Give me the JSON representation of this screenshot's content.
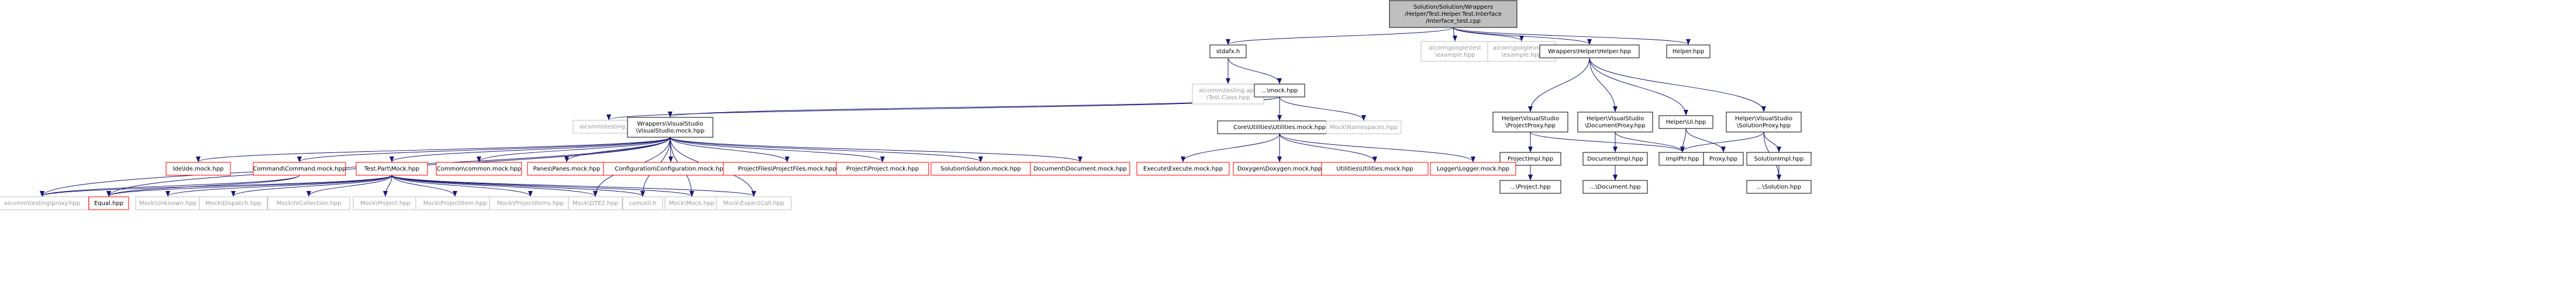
{
  "graph": {
    "colors": {
      "edge": "#191970",
      "node_border": "#000000",
      "node_border_missing": "#bfbfbf",
      "node_border_external": "#ff0000",
      "root_fill": "#bfbfbf",
      "node_fill": "#ffffff",
      "text": "#000000",
      "text_missing": "#999999"
    },
    "nodes": [
      {
        "id": "root",
        "lines": [
          "Solution/Solution/Wrappers",
          "/Helper/Test.Helper.Test.Interface",
          "/Interface_test.cpp"
        ],
        "style": "root"
      },
      {
        "id": "stdafx",
        "lines": [
          "stdafx.h"
        ],
        "style": "normal"
      },
      {
        "id": "aicomm_google_test",
        "lines": [
          "aicom\\google\\test",
          "\\example.hpp"
        ],
        "style": "missing"
      },
      {
        "id": "aicomm_google_mock",
        "lines": [
          "aicom\\google\\mock",
          "\\example.hpp"
        ],
        "style": "missing"
      },
      {
        "id": "wrappers_helper",
        "lines": [
          "Wrappers\\Helper\\Helper.hpp"
        ],
        "style": "normal"
      },
      {
        "id": "helper_hpp",
        "lines": [
          "Helper.hpp"
        ],
        "style": "normal"
      },
      {
        "id": "aicomm_testing_app",
        "lines": [
          "aicomm\\testing.app",
          "\\Test.Class.hpp"
        ],
        "style": "missing"
      },
      {
        "id": "mock_hpp",
        "lines": [
          "...\\mock.hpp"
        ],
        "style": "normal"
      },
      {
        "id": "aicomm_testing",
        "lines": [
          "aicomm\\testing.hpp"
        ],
        "style": "missing"
      },
      {
        "id": "wrappers_vs_mock",
        "lines": [
          "Wrappers\\VisualStudio",
          "\\VisualStudio.mock.hpp"
        ],
        "style": "normal"
      },
      {
        "id": "core_utilities_mock",
        "lines": [
          "Core\\Utilities\\Utilities.mock.hpp"
        ],
        "style": "normal"
      },
      {
        "id": "mock_namespaces",
        "lines": [
          "Mock\\Namespaces.hpp"
        ],
        "style": "missing"
      },
      {
        "id": "helper_vs_proxy",
        "lines": [
          "Helper\\VisualStudio",
          "\\ProjectProxy.hpp"
        ],
        "style": "normal"
      },
      {
        "id": "helper_vs_docproxy",
        "lines": [
          "Helper\\VisualStudio",
          "\\DocumentProxy.hpp"
        ],
        "style": "normal"
      },
      {
        "id": "helper_ui",
        "lines": [
          "Helper\\Ui.hpp"
        ],
        "style": "normal"
      },
      {
        "id": "helper_vs_solproxy",
        "lines": [
          "Helper\\VisualStudio",
          "\\SolutionProxy.hpp"
        ],
        "style": "normal"
      },
      {
        "id": "project_impl",
        "lines": [
          "ProjectImpl.hpp"
        ],
        "style": "normal"
      },
      {
        "id": "document_impl",
        "lines": [
          "DocumentImpl.hpp"
        ],
        "style": "normal"
      },
      {
        "id": "implptr",
        "lines": [
          "ImplPtr.hpp"
        ],
        "style": "normal"
      },
      {
        "id": "proxy",
        "lines": [
          "Proxy.hpp"
        ],
        "style": "normal"
      },
      {
        "id": "solution_impl",
        "lines": [
          "SolutionImpl.hpp"
        ],
        "style": "normal"
      },
      {
        "id": "ide_mock",
        "lines": [
          "Ide\\Ide.mock.hpp"
        ],
        "style": "external"
      },
      {
        "id": "command_mock",
        "lines": [
          "Command\\Command.mock.hpp"
        ],
        "style": "external"
      },
      {
        "id": "test_part_mock",
        "lines": [
          "Test.Part\\Mock.hpp"
        ],
        "style": "external"
      },
      {
        "id": "common_mock",
        "lines": [
          "Common\\common.mock.hpp"
        ],
        "style": "external"
      },
      {
        "id": "panes_mock",
        "lines": [
          "Panes\\Panes.mock.hpp"
        ],
        "style": "external"
      },
      {
        "id": "configuration_mock",
        "lines": [
          "Configuration\\Configuration.mock.hpp"
        ],
        "style": "external"
      },
      {
        "id": "projectfiles_mock",
        "lines": [
          "ProjectFiles\\ProjectFiles.mock.hpp"
        ],
        "style": "external"
      },
      {
        "id": "project_mock",
        "lines": [
          "Project\\Project.mock.hpp"
        ],
        "style": "external"
      },
      {
        "id": "solution_mock",
        "lines": [
          "Solution\\Solution.mock.hpp"
        ],
        "style": "external"
      },
      {
        "id": "document_mock",
        "lines": [
          "Document\\Document.mock.hpp"
        ],
        "style": "external"
      },
      {
        "id": "execute_mock",
        "lines": [
          "Execute\\Execute.mock.hpp"
        ],
        "style": "external"
      },
      {
        "id": "doxygen_mock",
        "lines": [
          "Doxygen\\Doxygen.mock.hpp"
        ],
        "style": "external"
      },
      {
        "id": "utilities_mock",
        "lines": [
          "Utilities\\Utilities.mock.hpp"
        ],
        "style": "external"
      },
      {
        "id": "logger_mock",
        "lines": [
          "Logger\\Logger.mock.hpp"
        ],
        "style": "external"
      },
      {
        "id": "project_hpp",
        "lines": [
          "...\\Project.hpp"
        ],
        "style": "normal"
      },
      {
        "id": "document_hpp",
        "lines": [
          "...\\Document.hpp"
        ],
        "style": "normal"
      },
      {
        "id": "solution_hpp",
        "lines": [
          "...\\Solution.hpp"
        ],
        "style": "normal"
      },
      {
        "id": "aicomm_testing_proxy",
        "lines": [
          "aicomm\\testing\\proxy.hpp"
        ],
        "style": "missing"
      },
      {
        "id": "equal",
        "lines": [
          "Equal.hpp"
        ],
        "style": "external"
      },
      {
        "id": "mock_unknown",
        "lines": [
          "Mock\\Unknown.hpp"
        ],
        "style": "missing"
      },
      {
        "id": "mock_dispatch",
        "lines": [
          "Mock\\Dispatch.hpp"
        ],
        "style": "missing"
      },
      {
        "id": "mock_ivcollection",
        "lines": [
          "Mock\\IVCollection.hpp"
        ],
        "style": "missing"
      },
      {
        "id": "mock_project",
        "lines": [
          "Mock\\Project.hpp"
        ],
        "style": "missing"
      },
      {
        "id": "mock_projectitem",
        "lines": [
          "Mock\\ProjectItem.hpp"
        ],
        "style": "missing"
      },
      {
        "id": "mock_projectitems",
        "lines": [
          "Mock\\ProjectItems.hpp"
        ],
        "style": "missing"
      },
      {
        "id": "mock_dte2",
        "lines": [
          "Mock\\DTE2.hpp"
        ],
        "style": "missing"
      },
      {
        "id": "comutil",
        "lines": [
          "comutil.h"
        ],
        "style": "missing"
      },
      {
        "id": "mock_mock",
        "lines": [
          "Mock\\Mock.hpp"
        ],
        "style": "missing"
      },
      {
        "id": "mock_expectcall",
        "lines": [
          "Mock\\ExpectCall.hpp"
        ],
        "style": "missing"
      }
    ],
    "edges": [
      [
        "root",
        "stdafx"
      ],
      [
        "root",
        "aicomm_google_test"
      ],
      [
        "root",
        "aicomm_google_mock"
      ],
      [
        "root",
        "wrappers_helper"
      ],
      [
        "root",
        "helper_hpp"
      ],
      [
        "stdafx",
        "aicomm_testing_app"
      ],
      [
        "stdafx",
        "mock_hpp"
      ],
      [
        "mock_hpp",
        "aicomm_testing"
      ],
      [
        "mock_hpp",
        "wrappers_vs_mock"
      ],
      [
        "mock_hpp",
        "core_utilities_mock"
      ],
      [
        "mock_hpp",
        "mock_namespaces"
      ],
      [
        "wrappers_helper",
        "helper_vs_proxy"
      ],
      [
        "wrappers_helper",
        "helper_vs_docproxy"
      ],
      [
        "wrappers_helper",
        "helper_ui"
      ],
      [
        "wrappers_helper",
        "helper_vs_solproxy"
      ],
      [
        "helper_vs_proxy",
        "project_impl"
      ],
      [
        "helper_vs_proxy",
        "implptr"
      ],
      [
        "helper_vs_proxy",
        "project_hpp"
      ],
      [
        "helper_vs_docproxy",
        "document_impl"
      ],
      [
        "helper_vs_docproxy",
        "implptr"
      ],
      [
        "helper_vs_docproxy",
        "document_hpp"
      ],
      [
        "helper_ui",
        "implptr"
      ],
      [
        "helper_ui",
        "proxy"
      ],
      [
        "helper_vs_solproxy",
        "implptr"
      ],
      [
        "helper_vs_solproxy",
        "solution_impl"
      ],
      [
        "helper_vs_solproxy",
        "solution_hpp"
      ],
      [
        "project_impl",
        "project_hpp"
      ],
      [
        "document_impl",
        "document_hpp"
      ],
      [
        "solution_impl",
        "solution_hpp"
      ],
      [
        "wrappers_vs_mock",
        "ide_mock"
      ],
      [
        "wrappers_vs_mock",
        "command_mock"
      ],
      [
        "wrappers_vs_mock",
        "test_part_mock"
      ],
      [
        "wrappers_vs_mock",
        "common_mock"
      ],
      [
        "wrappers_vs_mock",
        "panes_mock"
      ],
      [
        "wrappers_vs_mock",
        "configuration_mock"
      ],
      [
        "wrappers_vs_mock",
        "projectfiles_mock"
      ],
      [
        "wrappers_vs_mock",
        "project_mock"
      ],
      [
        "wrappers_vs_mock",
        "solution_mock"
      ],
      [
        "wrappers_vs_mock",
        "document_mock"
      ],
      [
        "wrappers_vs_mock",
        "aicomm_testing_proxy"
      ],
      [
        "wrappers_vs_mock",
        "equal"
      ],
      [
        "wrappers_vs_mock",
        "mock_dte2"
      ],
      [
        "wrappers_vs_mock",
        "comutil"
      ],
      [
        "wrappers_vs_mock",
        "mock_mock"
      ],
      [
        "wrappers_vs_mock",
        "mock_expectcall"
      ],
      [
        "core_utilities_mock",
        "execute_mock"
      ],
      [
        "core_utilities_mock",
        "doxygen_mock"
      ],
      [
        "core_utilities_mock",
        "utilities_mock"
      ],
      [
        "core_utilities_mock",
        "logger_mock"
      ],
      [
        "command_mock",
        "equal"
      ],
      [
        "command_mock",
        "aicomm_testing_proxy"
      ],
      [
        "test_part_mock",
        "aicomm_testing_proxy"
      ],
      [
        "test_part_mock",
        "equal"
      ],
      [
        "test_part_mock",
        "mock_unknown"
      ],
      [
        "test_part_mock",
        "mock_dispatch"
      ],
      [
        "test_part_mock",
        "mock_ivcollection"
      ],
      [
        "test_part_mock",
        "mock_project"
      ],
      [
        "test_part_mock",
        "mock_projectitem"
      ],
      [
        "test_part_mock",
        "mock_projectitems"
      ],
      [
        "test_part_mock",
        "mock_dte2"
      ],
      [
        "test_part_mock",
        "comutil"
      ],
      [
        "test_part_mock",
        "mock_mock"
      ],
      [
        "test_part_mock",
        "mock_expectcall"
      ]
    ]
  }
}
